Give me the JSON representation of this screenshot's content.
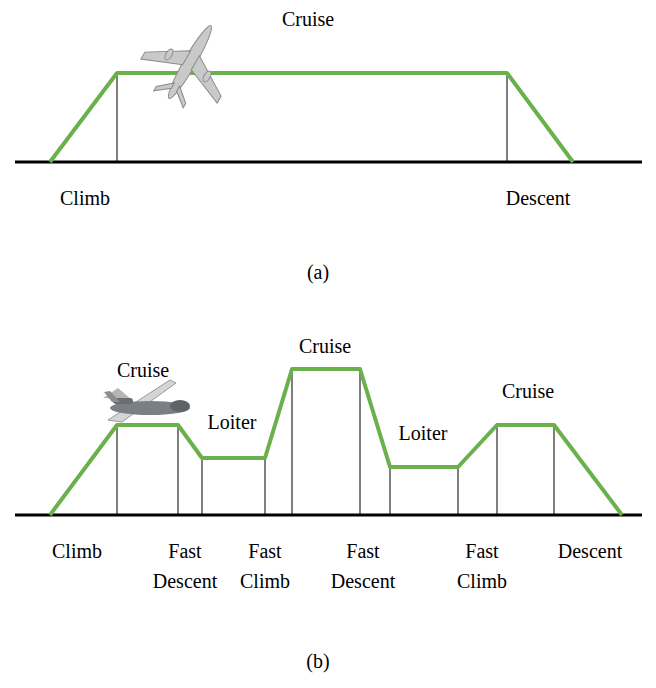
{
  "diagram": {
    "labels": [
      "Cruise",
      "Climb",
      "Descent",
      "(a)",
      "Cruise",
      "Loiter",
      "Cruise",
      "Loiter",
      "Cruise",
      "Climb",
      "Fast Descent",
      "Fast Climb",
      "Fast Descent",
      "Fast Climb",
      "Descent",
      "(b)"
    ]
  }
}
